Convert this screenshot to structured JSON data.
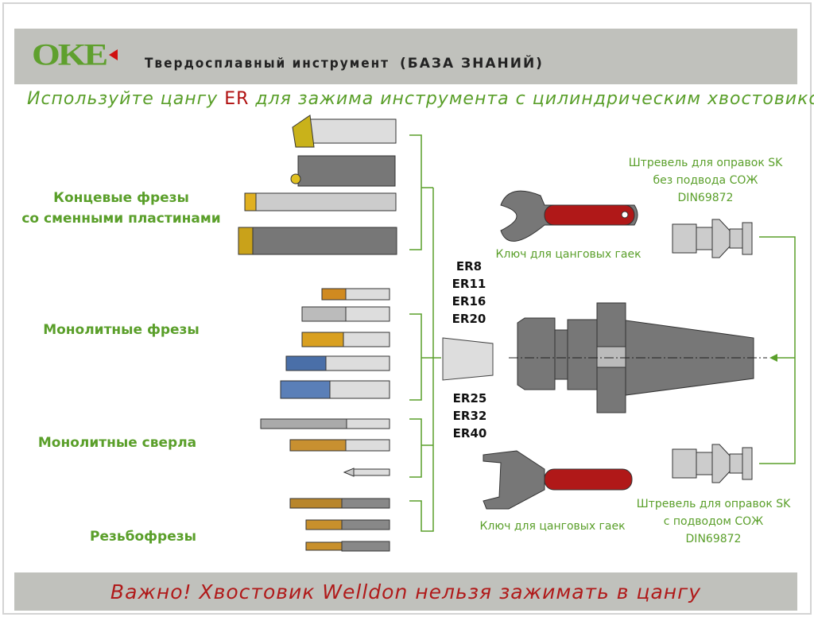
{
  "header": {
    "logo": "OKE",
    "title": "Твердосплавный инструмент",
    "subtitle": "(БАЗА ЗНАНИЙ)"
  },
  "headline": {
    "before": "Используйте цангу ",
    "er": "ER",
    "after": " для зажима инструмента с цилиндрическим хвостовиком"
  },
  "categories": [
    {
      "line1": "Концевые фрезы",
      "line2": "со сменными пластинами"
    },
    {
      "line1": "Монолитные фрезы"
    },
    {
      "line1": "Монолитные сверла"
    },
    {
      "line1": "Резьбофрезы"
    }
  ],
  "collets_top": [
    "ER8",
    "ER11",
    "ER16",
    "ER20"
  ],
  "collets_bottom": [
    "ER25",
    "ER32",
    "ER40"
  ],
  "wrench_label": "Ключ для цанговых гаек",
  "pullstud_top": {
    "line1": "Штревель для оправок SK",
    "line2": "без подвода СОЖ",
    "line3": "DIN69872"
  },
  "pullstud_bottom": {
    "line1": "Штревель для оправок SK",
    "line2": "с подводом СОЖ",
    "line3": "DIN69872"
  },
  "footer": "Важно! Хвостовик Welldon нельзя зажимать в цангу",
  "colors": {
    "green": "#5a9f2a",
    "red": "#b01a1a",
    "band": "#c0c1bc",
    "metal": "#7a7a7a",
    "handle": "#b01818"
  }
}
